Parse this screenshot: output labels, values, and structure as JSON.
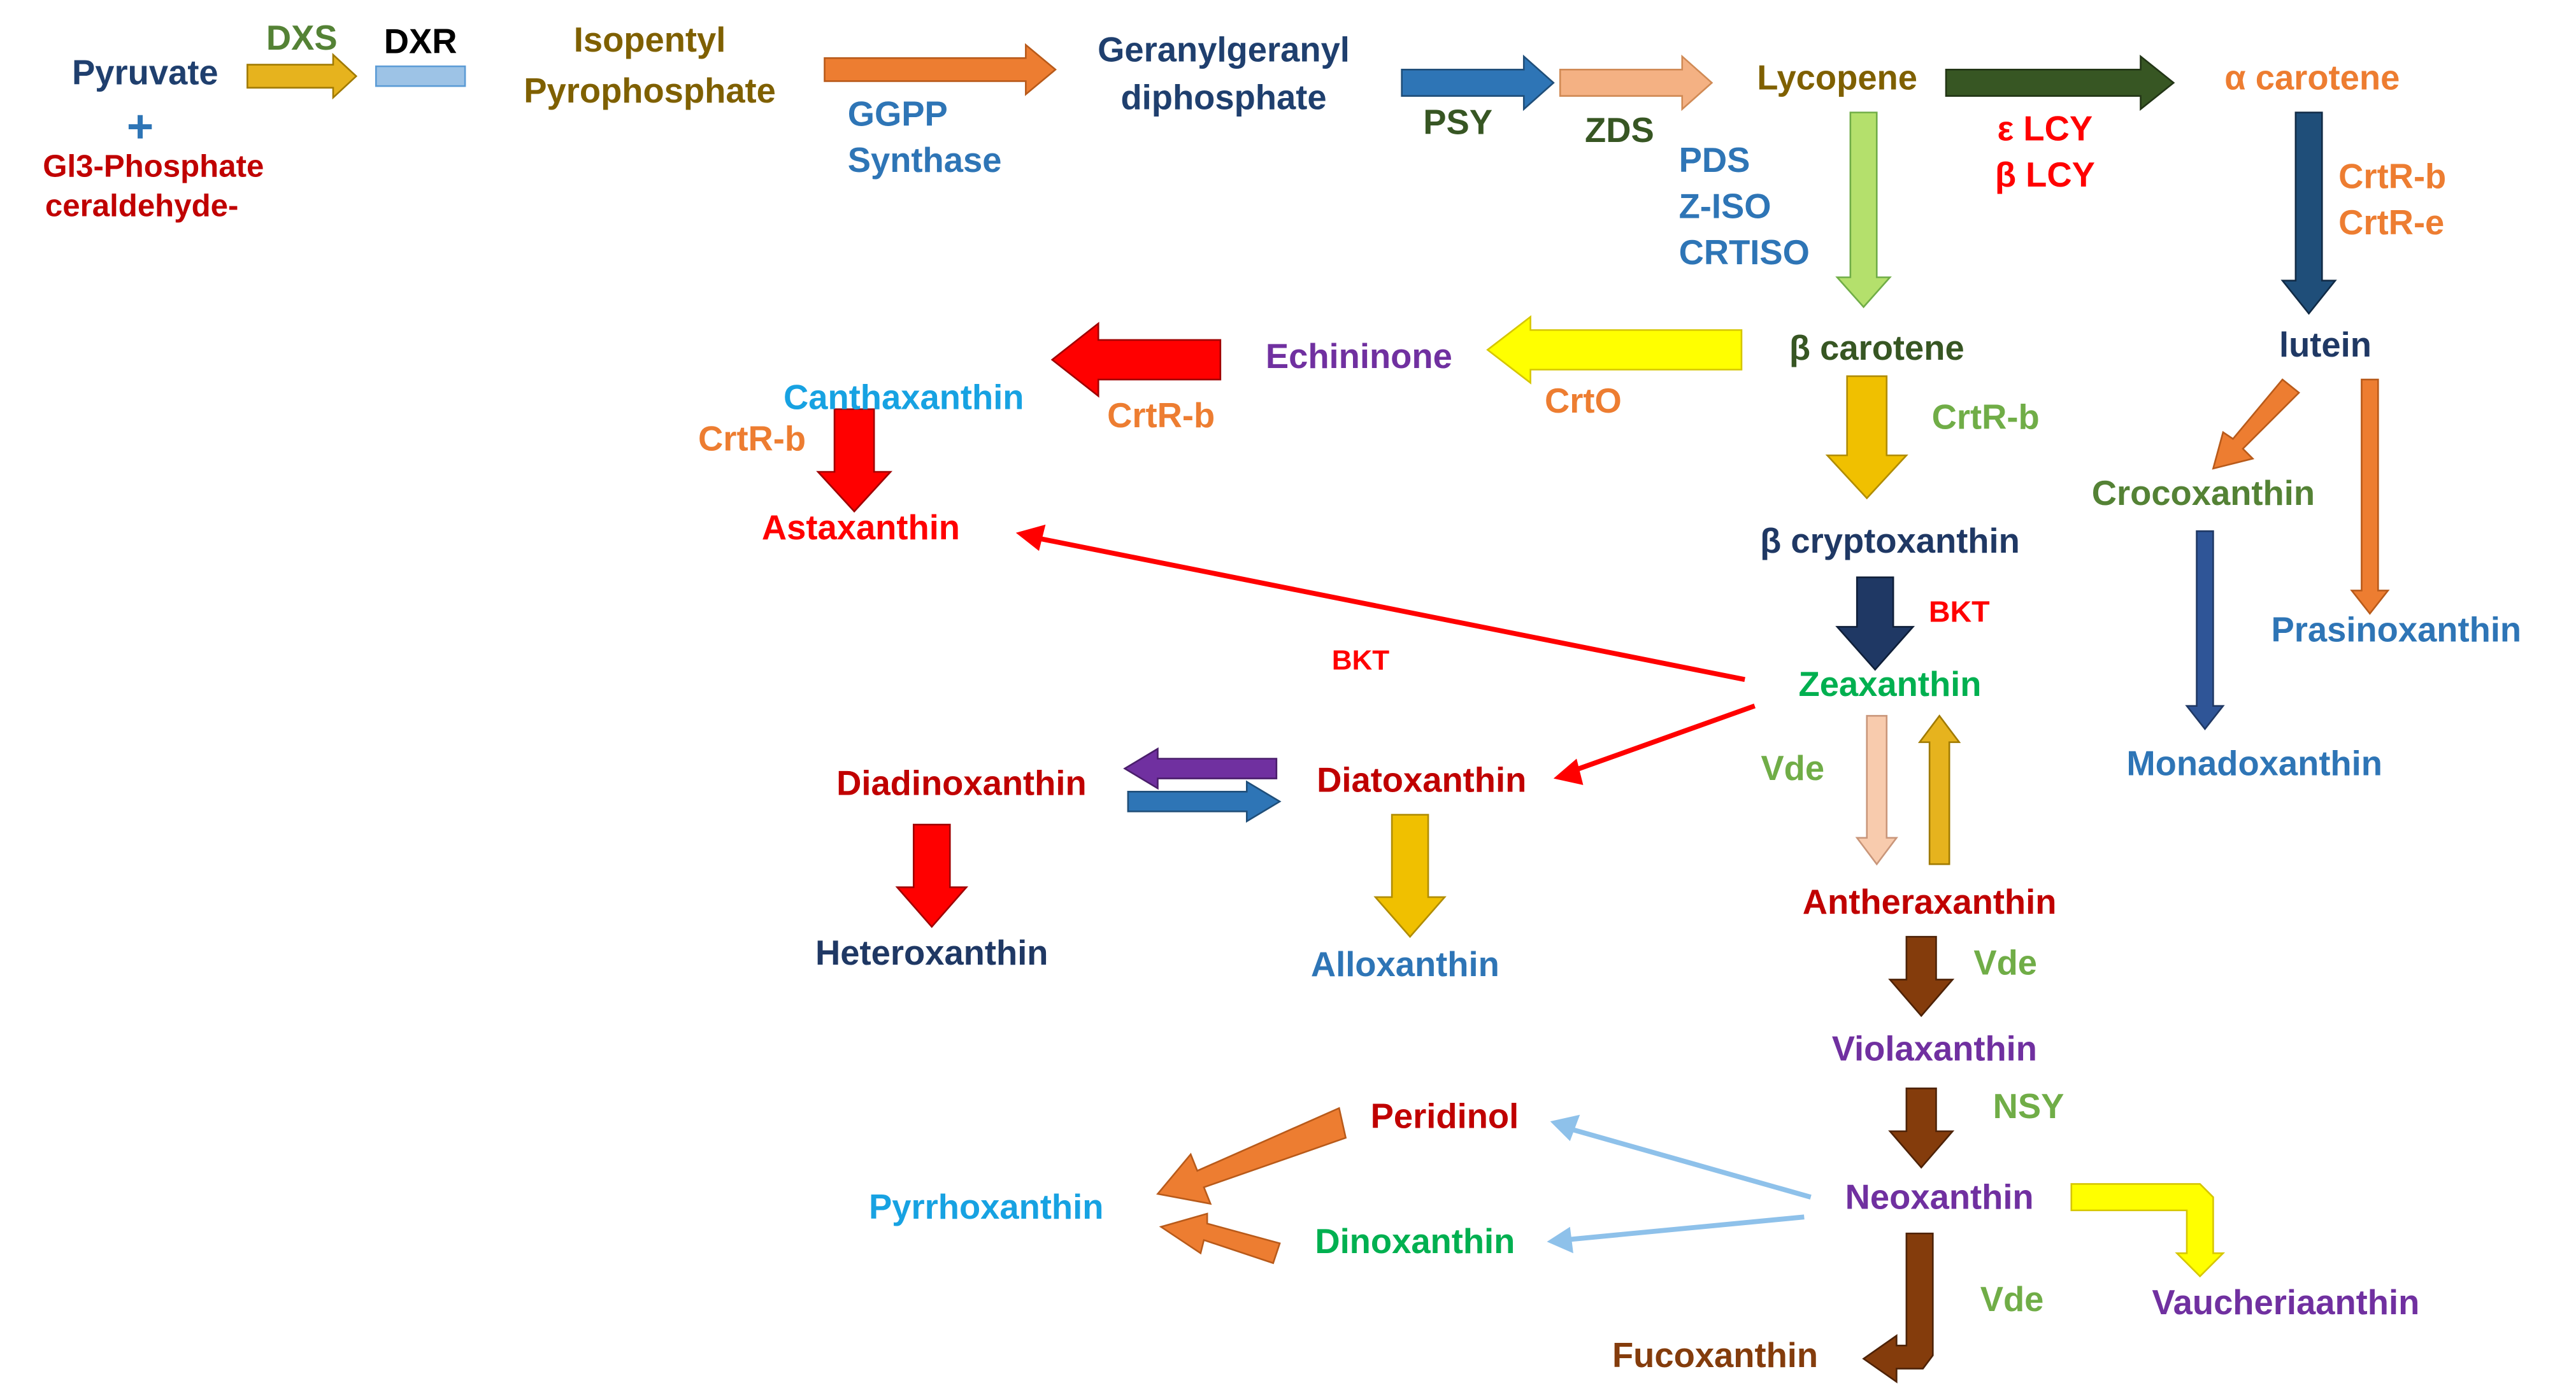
{
  "colors": {
    "navy": "#1f3f6e",
    "darkblue": "#0e2a5a",
    "midblue": "#2e75b6",
    "lightblue": "#17a2e2",
    "olive": "#7f6000",
    "green_olive": "#548235",
    "bright_green": "#00b050",
    "lime": "#70ad47",
    "darkgreen": "#375623",
    "red": "#ff0000",
    "darkred": "#c00000",
    "orange": "#ed7d31",
    "darkorange": "#c55a11",
    "purple": "#7030a0",
    "brown": "#833c0b",
    "black": "#000000"
  },
  "compounds": {
    "pyruvate": "Pyruvate",
    "gl3_phosphate": "Gl3-Phosphate",
    "ceraldehyde": "ceraldehyde-",
    "isopentyl": "Isopentyl",
    "pyrophosphate": "Pyrophosphate",
    "geranylgeranyl": "Geranylgeranyl",
    "diphosphate": "diphosphate",
    "lycopene": "Lycopene",
    "alpha_carotene": "α carotene",
    "beta_carotene": "β carotene",
    "echininone": "Echininone",
    "canthaxanthin": "Canthaxanthin",
    "astaxanthin": "Astaxanthin",
    "beta_cryptoxanthin": "β cryptoxanthin",
    "zeaxanthin": "Zeaxanthin",
    "lutein": "lutein",
    "crocoxanthin": "Crocoxanthin",
    "prasinoxanthin": "Prasinoxanthin",
    "monadoxanthin": "Monadoxanthin",
    "diadinoxanthin": "Diadinoxanthin",
    "diatoxanthin": "Diatoxanthin",
    "heteroxanthin": "Heteroxanthin",
    "alloxanthin": "Alloxanthin",
    "antheraxanthin": "Antheraxanthin",
    "violaxanthin": "Violaxanthin",
    "neoxanthin": "Neoxanthin",
    "peridinol": "Peridinol",
    "dinoxanthin": "Dinoxanthin",
    "pyrrhoxanthin": "Pyrrhoxanthin",
    "vaucheriaanthin": "Vaucheriaanthin",
    "fucoxanthin": "Fucoxanthin"
  },
  "enzymes": {
    "dxs": "DXS",
    "dxr": "DXR",
    "ggpp": "GGPP",
    "synthase": "Synthase",
    "psy": "PSY",
    "zds": "ZDS",
    "eps_lcy": "ε LCY",
    "beta_lcy": "β LCY",
    "pds": "PDS",
    "ziso": "Z-ISO",
    "crtiso": "CRTISO",
    "crtr_b": "CrtR-b",
    "crtr_e": "CrtR-e",
    "crto": "CrtO",
    "bkt": "BKT",
    "vde": "Vde",
    "nsy": "NSY"
  },
  "plus_sign": "+"
}
